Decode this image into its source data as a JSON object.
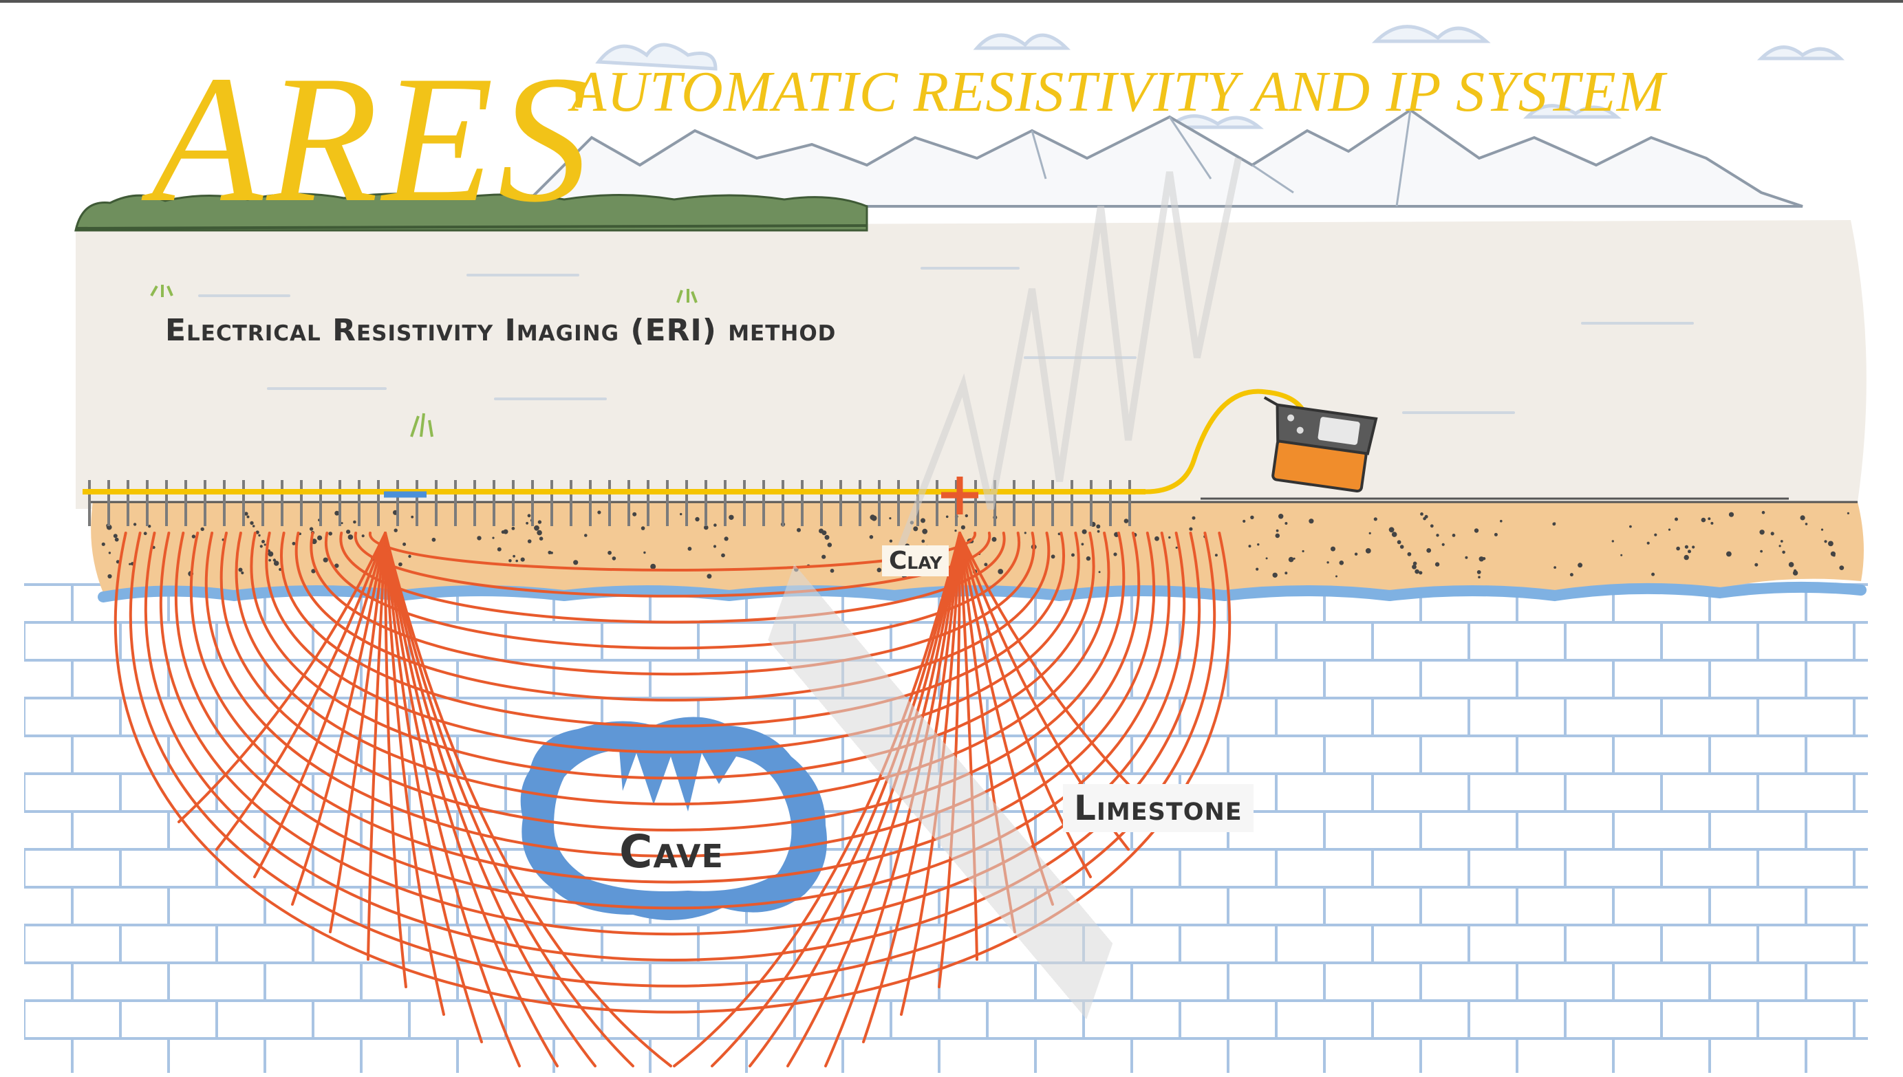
{
  "header": {
    "logo_text": "ARES",
    "system_title": "AUTOMATIC RESISTIVITY AND IP SYSTEM"
  },
  "diagram": {
    "method_label": "Electrical Resistivity Imaging (ERI) method",
    "clay_label": "Clay",
    "limestone_label": "Limestone",
    "cave_label": "Cave"
  },
  "colors": {
    "title_yellow": "#f2c318",
    "sky_ground": "#f1ede7",
    "clay_layer": "#f3c994",
    "water_line": "#7fb1e2",
    "brick_lines": "#a9c4e3",
    "current_lines": "#e85a2c",
    "cave_fill": "#5f97d6",
    "cable": "#f5c400",
    "device_orange": "#f08d2c",
    "watermark": "#d9d9d9"
  },
  "icons": {
    "device": "resistivity-meter-icon",
    "positive_electrode": "plus-marker-icon",
    "negative_electrode": "minus-marker-icon"
  }
}
